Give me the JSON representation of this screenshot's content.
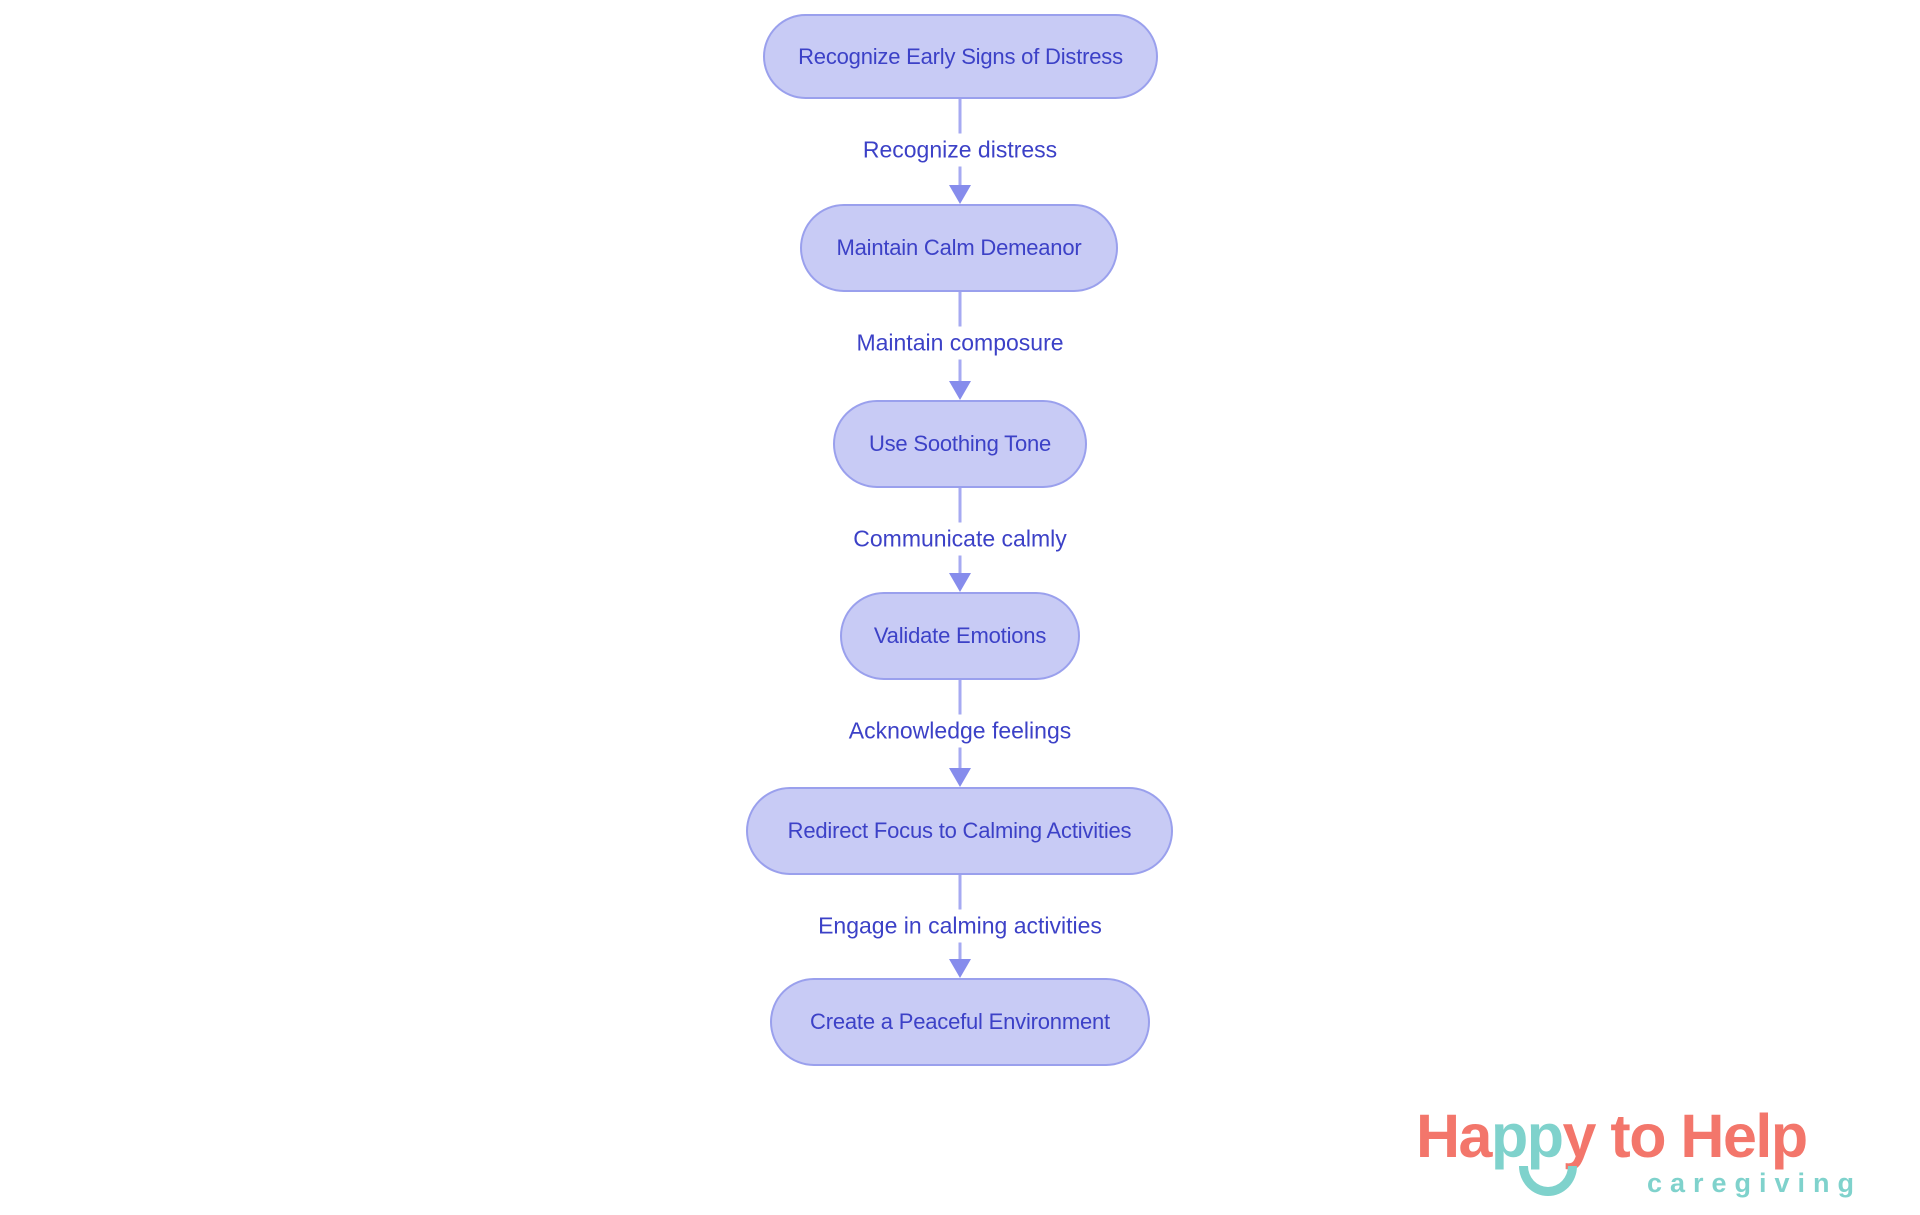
{
  "flowchart": {
    "nodes": [
      {
        "label": "Recognize Early Signs of Distress"
      },
      {
        "label": "Maintain Calm Demeanor"
      },
      {
        "label": "Use Soothing Tone"
      },
      {
        "label": "Validate Emotions"
      },
      {
        "label": "Redirect Focus to Calming Activities"
      },
      {
        "label": "Create a Peaceful Environment"
      }
    ],
    "edges": [
      {
        "label": "Recognize distress"
      },
      {
        "label": "Maintain composure"
      },
      {
        "label": "Communicate calmly"
      },
      {
        "label": "Acknowledge feelings"
      },
      {
        "label": "Engage in calming activities"
      }
    ],
    "colors": {
      "node_fill": "#c8cbf5",
      "node_border": "#9aa0ed",
      "node_text": "#3c41c7",
      "edge_line": "#a6aaf2",
      "edge_arrow": "#868cec",
      "edge_label_text": "#3c41c7",
      "background": "#ffffff"
    }
  },
  "logo": {
    "brand_part1": "Ha",
    "brand_part2": "pp",
    "brand_part3": "y to Help",
    "tagline": "caregiving",
    "colors": {
      "coral": "#f3766b",
      "teal": "#7fd2cc"
    }
  }
}
